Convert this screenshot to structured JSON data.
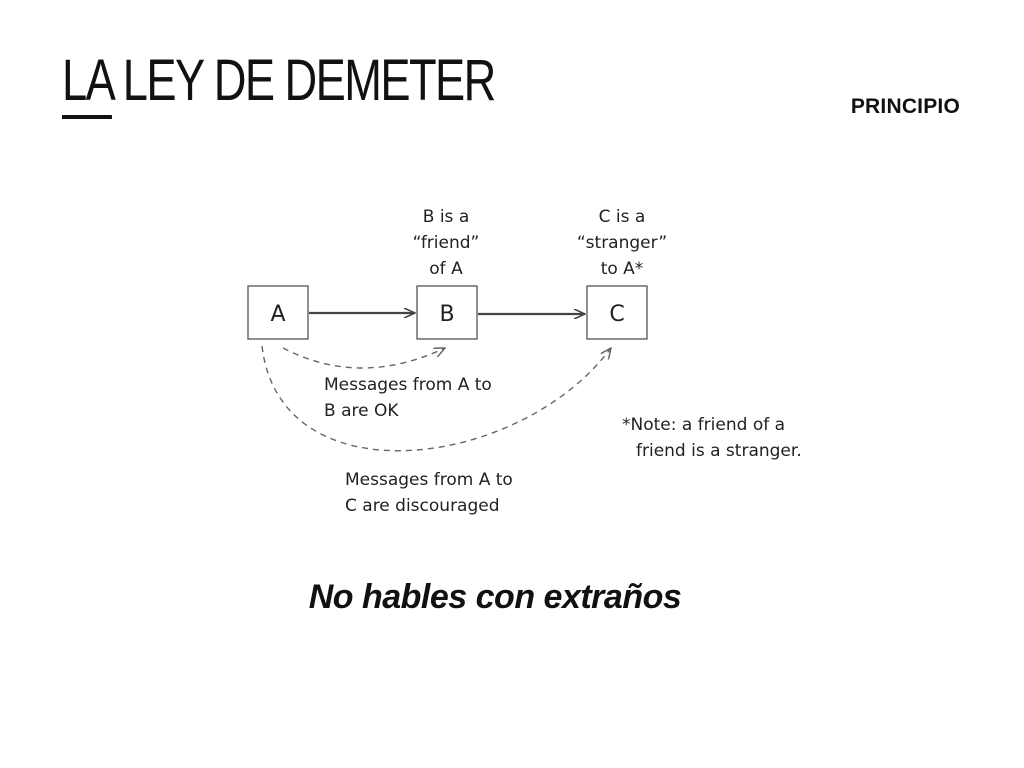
{
  "header": {
    "title_underlined": "LA",
    "title_rest": " LEY DE DEMETER",
    "section_tag": "PRINCIPIO"
  },
  "diagram": {
    "nodes": [
      {
        "id": "A",
        "label": "A"
      },
      {
        "id": "B",
        "label": "B"
      },
      {
        "id": "C",
        "label": "C"
      }
    ],
    "notes": {
      "b_friend": [
        "B is a",
        "“friend”",
        "of A"
      ],
      "c_stranger": [
        "C is a",
        "“stranger”",
        "to A*"
      ],
      "ab_ok": [
        "Messages from A to",
        "B are OK"
      ],
      "ac_discouraged": [
        "Messages from A to",
        "C are discouraged"
      ],
      "footnote": [
        "*Note: a friend of a",
        "friend is a stranger."
      ]
    }
  },
  "tagline": "No hables con extraños"
}
